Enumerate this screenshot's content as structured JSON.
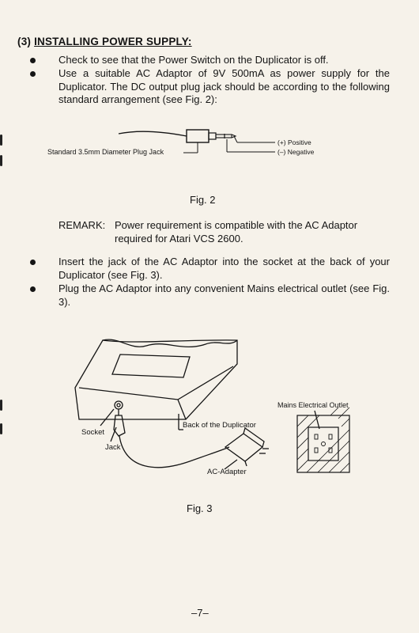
{
  "section": {
    "number": "(3)",
    "title": "INSTALLING POWER SUPPLY:"
  },
  "bullets_top": [
    "Check to see that the Power Switch on the Duplicator is off.",
    "Use a suitable AC Adaptor of 9V 500mA as power supply for the Duplicator. The DC output plug jack should be according to the following standard arrangement (see Fig. 2):"
  ],
  "fig2": {
    "plug_label": "Standard 3.5mm Diameter Plug Jack",
    "positive_label": "(+) Positive",
    "negative_label": "(–) Negative",
    "caption": "Fig. 2"
  },
  "remark": {
    "label": "REMARK:",
    "line1": "Power requirement is compatible with the AC Adaptor",
    "line2": "required for Atari VCS 2600."
  },
  "bullets_bottom": [
    "Insert the jack of the AC Adaptor into the socket at the back of your Duplicator (see Fig. 3).",
    "Plug the AC Adaptor into any convenient Mains electrical outlet (see Fig. 3)."
  ],
  "fig3": {
    "socket_label": "Socket",
    "jack_label": "Jack",
    "back_label": "Back of the Duplicator",
    "adapter_label": "AC-Adapter",
    "outlet_label": "Mains Electrical Outlet",
    "caption": "Fig. 3"
  },
  "page_number": "–7–"
}
